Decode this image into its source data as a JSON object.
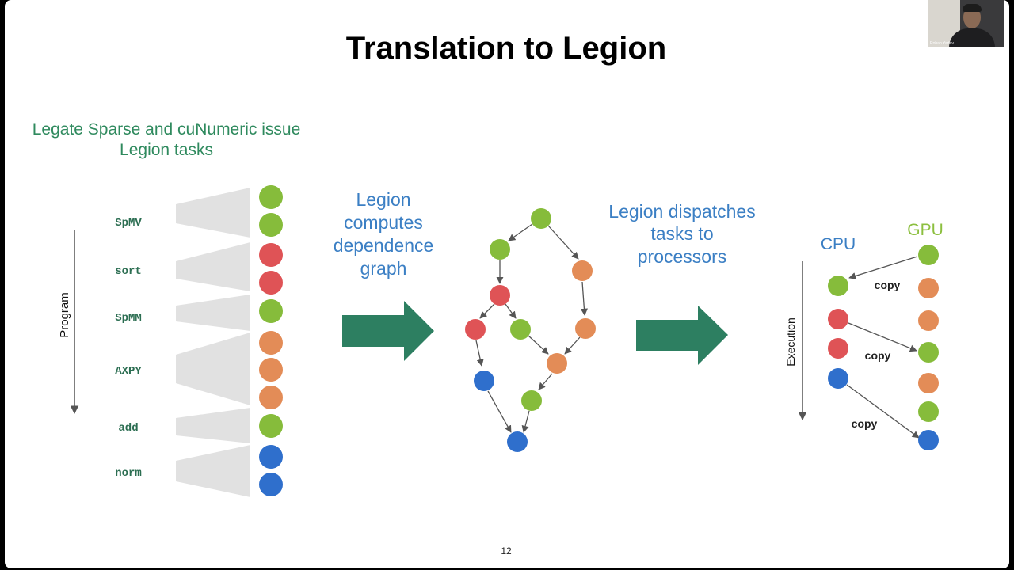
{
  "slide": {
    "title": "Translation to Legion",
    "page_number": "12",
    "intro_line1": "Legate Sparse and cuNumeric issue",
    "intro_line2": "Legion tasks",
    "program_label": "Program",
    "tasks": [
      "SpMV",
      "sort",
      "SpMM",
      "AXPY",
      "add",
      "norm"
    ],
    "middle_line1": "Legion",
    "middle_line2": "computes",
    "middle_line3": "dependence",
    "middle_line4": "graph",
    "right_line1": "Legion dispatches",
    "right_line2": "tasks to",
    "right_line3": "processors",
    "cpu_label": "CPU",
    "gpu_label": "GPU",
    "execution_label": "Execution",
    "copy_label": "copy"
  },
  "webcam": {
    "name": "Rohan Yadav"
  },
  "colors": {
    "green": "#86bc3b",
    "red": "#df5356",
    "orange": "#e38c57",
    "blue": "#2f6fcc",
    "arrow": "#2d7f61",
    "gray": "#e1e1e1"
  },
  "task_nodes": [
    "green",
    "green",
    "red",
    "red",
    "green",
    "orange",
    "orange",
    "orange",
    "green",
    "blue",
    "blue"
  ],
  "graph_nodes": [
    "green",
    "green",
    "orange",
    "red",
    "red",
    "green",
    "orange",
    "orange",
    "blue",
    "green",
    "blue"
  ],
  "cpu_nodes": [
    "green",
    "red",
    "red",
    "blue"
  ],
  "gpu_nodes": [
    "green",
    "orange",
    "orange",
    "green",
    "orange",
    "green",
    "blue"
  ]
}
